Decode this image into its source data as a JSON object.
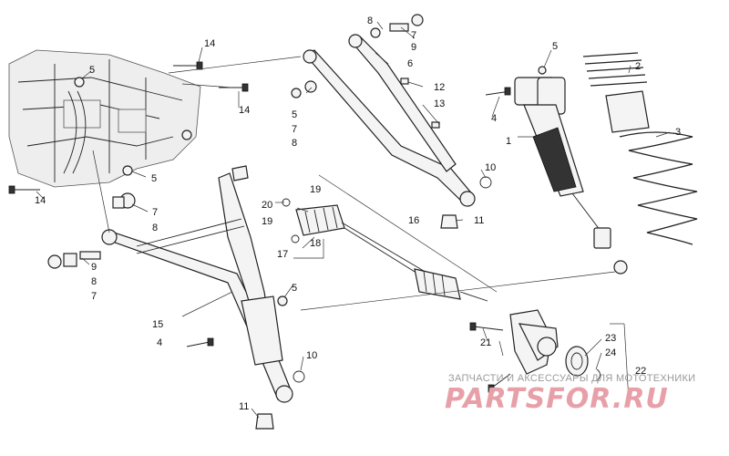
{
  "labels": {
    "l1": "1",
    "l2": "2",
    "l3": "3",
    "l4a": "4",
    "l4b": "4",
    "l5a": "5",
    "l5b": "5",
    "l5c": "5",
    "l5d": "5",
    "l5e": "5",
    "l6": "6",
    "l7a": "7",
    "l7b": "7",
    "l7c": "7",
    "l7d": "7",
    "l8a": "8",
    "l8b": "8",
    "l8c": "8",
    "l8d": "8",
    "l9a": "9",
    "l9b": "9",
    "l10a": "10",
    "l10b": "10",
    "l11a": "11",
    "l11b": "11",
    "l12": "12",
    "l13": "13",
    "l14a": "14",
    "l14b": "14",
    "l14c": "14",
    "l15": "15",
    "l16": "16",
    "l17": "17",
    "l18": "18",
    "l19a": "19",
    "l19b": "19",
    "l20": "20",
    "l21": "21",
    "l22": "22",
    "l23": "23",
    "l24": "24"
  },
  "watermark": {
    "tagline": "ЗАПЧАСТИ И АКСЕССУАРЫ ДЛЯ МОТОТЕХНИКИ",
    "logo": "PARTSFOR.RU"
  }
}
